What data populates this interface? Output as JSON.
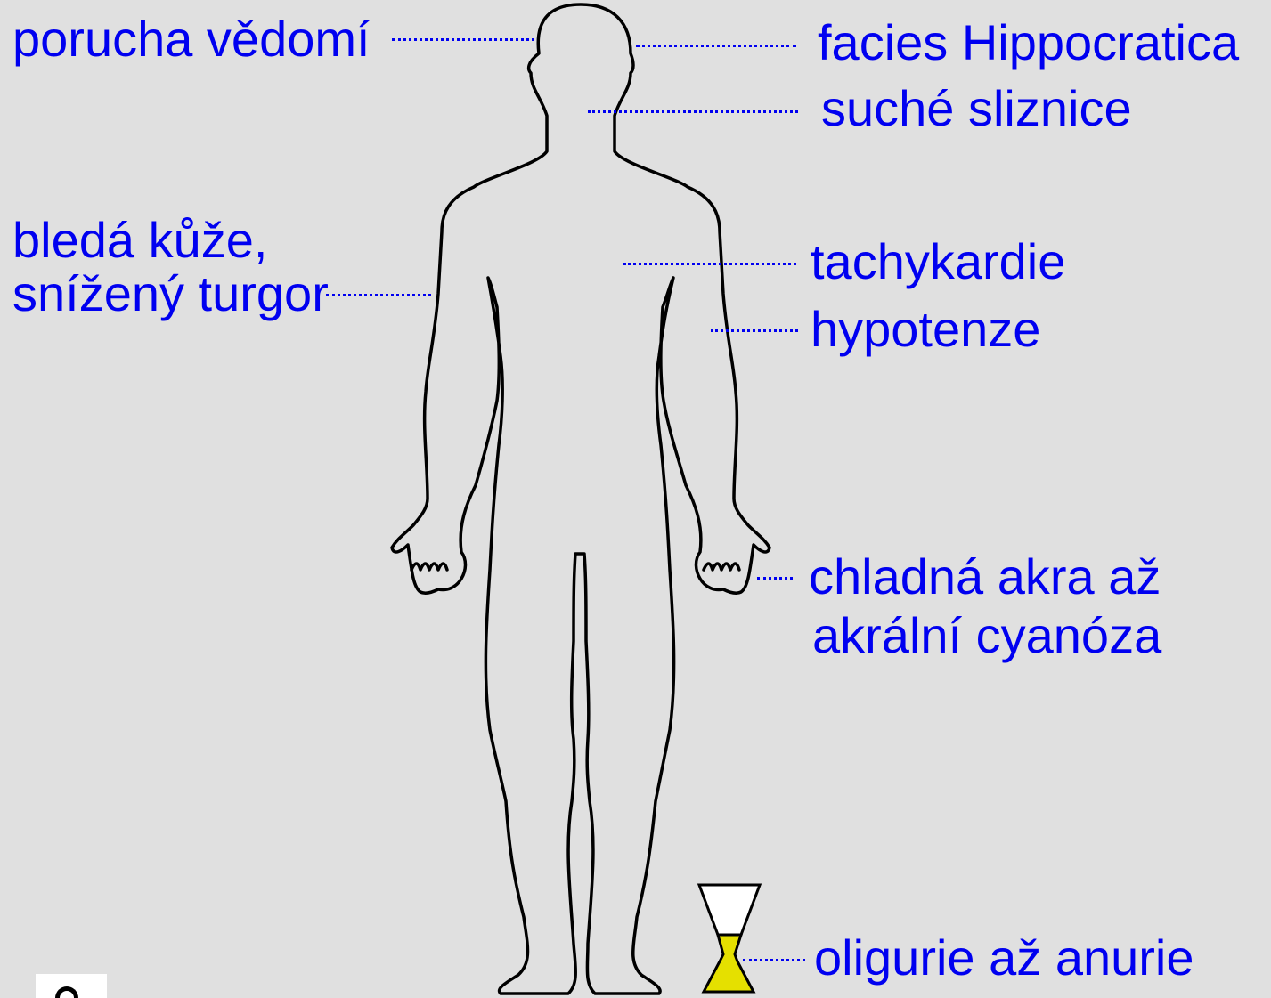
{
  "colors": {
    "background": "#e0e0e0",
    "label_text": "#0000f0",
    "outline": "#000000",
    "urine_fill": "#e5e000"
  },
  "labels": {
    "consciousness": "porucha vědomí",
    "facies": "facies Hippocratica",
    "mucosa": "suché sliznice",
    "skin_line1": "bledá kůže,",
    "skin_line2": "snížený turgor",
    "tachycardia": "tachykardie",
    "hypotension": "hypotenze",
    "acra_line1": "chladná akra až",
    "acra_line2": "akrální cyanóza",
    "urine": "oligurie až anurie"
  },
  "icons": {
    "body": "human-body-outline-icon",
    "glass": "urine-glass-icon",
    "corner": "help-icon"
  }
}
